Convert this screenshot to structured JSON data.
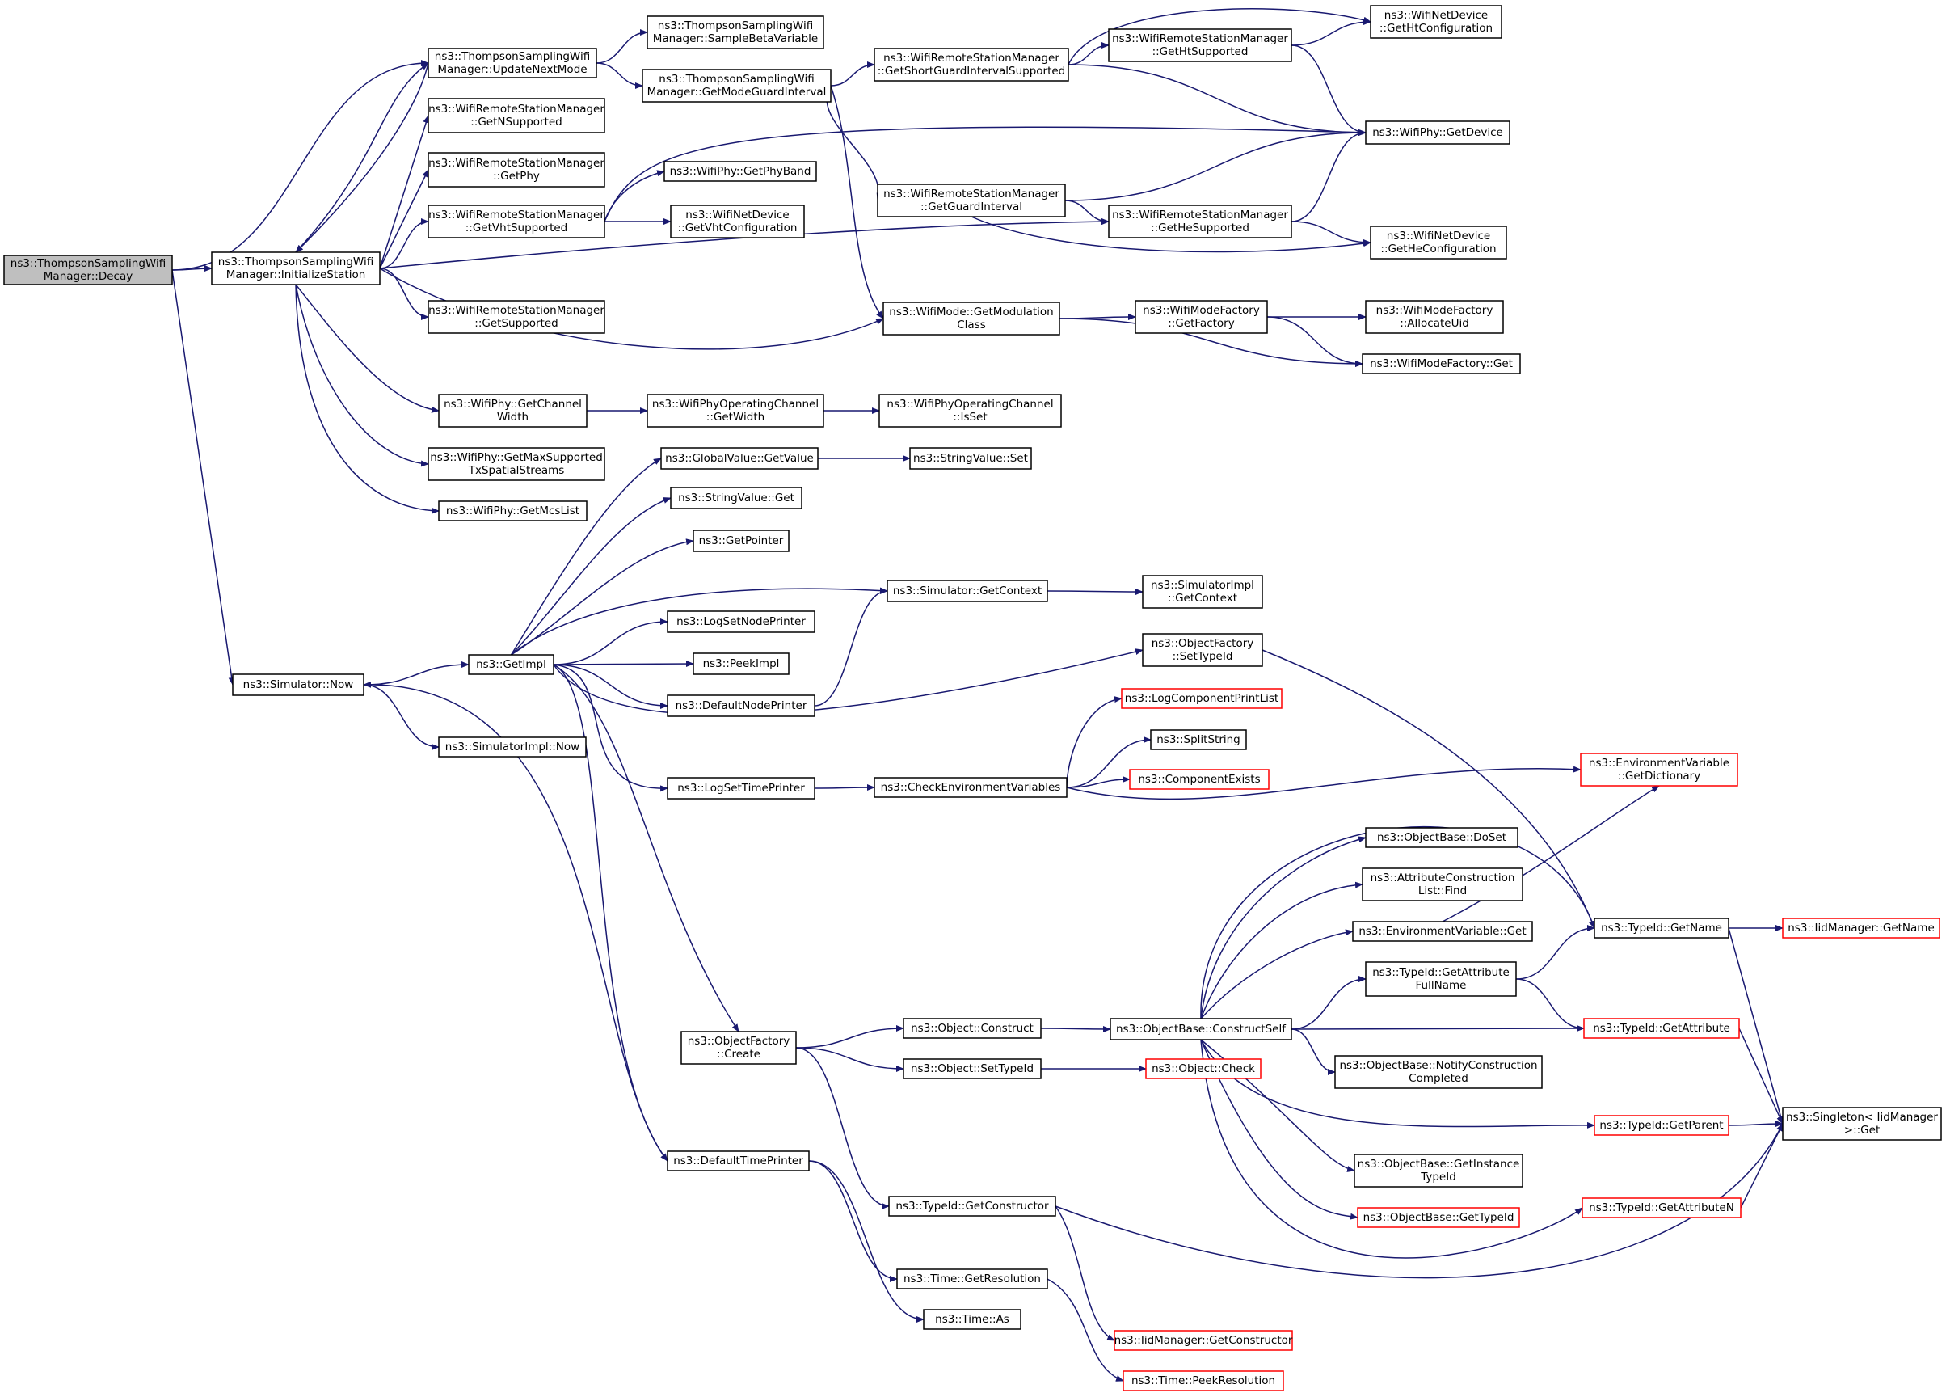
{
  "edge_color": "#191970",
  "node_fill": "#ffffff",
  "root_fill": "#bfbfbf",
  "border_normal": "#000000",
  "border_truncated": "#ff0000",
  "nodes": [
    {
      "id": "decay",
      "lines": [
        "ns3::ThompsonSamplingWifi",
        "Manager::Decay"
      ],
      "style": "root"
    },
    {
      "id": "init",
      "lines": [
        "ns3::ThompsonSamplingWifi",
        "Manager::InitializeStation"
      ],
      "style": "normal"
    },
    {
      "id": "update",
      "lines": [
        "ns3::ThompsonSamplingWifi",
        "Manager::UpdateNextMode"
      ],
      "style": "normal"
    },
    {
      "id": "getN",
      "lines": [
        "ns3::WifiRemoteStationManager",
        "::GetNSupported"
      ],
      "style": "normal"
    },
    {
      "id": "getPhy",
      "lines": [
        "ns3::WifiRemoteStationManager",
        "::GetPhy"
      ],
      "style": "normal"
    },
    {
      "id": "getVht",
      "lines": [
        "ns3::WifiRemoteStationManager",
        "::GetVhtSupported"
      ],
      "style": "normal"
    },
    {
      "id": "getSup",
      "lines": [
        "ns3::WifiRemoteStationManager",
        "::GetSupported"
      ],
      "style": "normal"
    },
    {
      "id": "chanW",
      "lines": [
        "ns3::WifiPhy::GetChannel",
        "Width"
      ],
      "style": "normal"
    },
    {
      "id": "maxSS",
      "lines": [
        "ns3::WifiPhy::GetMaxSupported",
        "TxSpatialStreams"
      ],
      "style": "normal"
    },
    {
      "id": "mcs",
      "lines": [
        "ns3::WifiPhy::GetMcsList"
      ],
      "style": "normal"
    },
    {
      "id": "sample",
      "lines": [
        "ns3::ThompsonSamplingWifi",
        "Manager::SampleBetaVariable"
      ],
      "style": "normal"
    },
    {
      "id": "mgi",
      "lines": [
        "ns3::ThompsonSamplingWifi",
        "Manager::GetModeGuardInterval"
      ],
      "style": "normal"
    },
    {
      "id": "band",
      "lines": [
        "ns3::WifiPhy::GetPhyBand"
      ],
      "style": "normal"
    },
    {
      "id": "vhtCfg",
      "lines": [
        "ns3::WifiNetDevice",
        "::GetVhtConfiguration"
      ],
      "style": "normal"
    },
    {
      "id": "sgi",
      "lines": [
        "ns3::WifiRemoteStationManager",
        "::GetShortGuardIntervalSupported"
      ],
      "style": "normal"
    },
    {
      "id": "gi",
      "lines": [
        "ns3::WifiRemoteStationManager",
        "::GetGuardInterval"
      ],
      "style": "normal"
    },
    {
      "id": "modCls",
      "lines": [
        "ns3::WifiMode::GetModulation",
        "Class"
      ],
      "style": "normal"
    },
    {
      "id": "chanWid",
      "lines": [
        "ns3::WifiPhyOperatingChannel",
        "::GetWidth"
      ],
      "style": "normal"
    },
    {
      "id": "chanSet",
      "lines": [
        "ns3::WifiPhyOperatingChannel",
        "::IsSet"
      ],
      "style": "normal"
    },
    {
      "id": "htSup",
      "lines": [
        "ns3::WifiRemoteStationManager",
        "::GetHtSupported"
      ],
      "style": "normal"
    },
    {
      "id": "heSup",
      "lines": [
        "ns3::WifiRemoteStationManager",
        "::GetHeSupported"
      ],
      "style": "normal"
    },
    {
      "id": "mfGetF",
      "lines": [
        "ns3::WifiModeFactory",
        "::GetFactory"
      ],
      "style": "normal"
    },
    {
      "id": "htCfg",
      "lines": [
        "ns3::WifiNetDevice",
        "::GetHtConfiguration"
      ],
      "style": "normal"
    },
    {
      "id": "phyDev",
      "lines": [
        "ns3::WifiPhy::GetDevice"
      ],
      "style": "normal"
    },
    {
      "id": "heCfg",
      "lines": [
        "ns3::WifiNetDevice",
        "::GetHeConfiguration"
      ],
      "style": "normal"
    },
    {
      "id": "alloc",
      "lines": [
        "ns3::WifiModeFactory",
        "::AllocateUid"
      ],
      "style": "normal"
    },
    {
      "id": "mfGet",
      "lines": [
        "ns3::WifiModeFactory::Get"
      ],
      "style": "normal"
    },
    {
      "id": "simNow",
      "lines": [
        "ns3::Simulator::Now"
      ],
      "style": "normal"
    },
    {
      "id": "getImpl",
      "lines": [
        "ns3::GetImpl"
      ],
      "style": "normal"
    },
    {
      "id": "simImplNow",
      "lines": [
        "ns3::SimulatorImpl::Now"
      ],
      "style": "normal"
    },
    {
      "id": "gvGet",
      "lines": [
        "ns3::GlobalValue::GetValue"
      ],
      "style": "normal"
    },
    {
      "id": "svGet",
      "lines": [
        "ns3::StringValue::Get"
      ],
      "style": "normal"
    },
    {
      "id": "getPtr",
      "lines": [
        "ns3::GetPointer"
      ],
      "style": "normal"
    },
    {
      "id": "logNode",
      "lines": [
        "ns3::LogSetNodePrinter"
      ],
      "style": "normal"
    },
    {
      "id": "peek",
      "lines": [
        "ns3::PeekImpl"
      ],
      "style": "normal"
    },
    {
      "id": "defNode",
      "lines": [
        "ns3::DefaultNodePrinter"
      ],
      "style": "normal"
    },
    {
      "id": "logTime",
      "lines": [
        "ns3::LogSetTimePrinter"
      ],
      "style": "normal"
    },
    {
      "id": "ofCreate",
      "lines": [
        "ns3::ObjectFactory",
        "::Create"
      ],
      "style": "normal"
    },
    {
      "id": "defTime",
      "lines": [
        "ns3::DefaultTimePrinter"
      ],
      "style": "normal"
    },
    {
      "id": "svSet",
      "lines": [
        "ns3::StringValue::Set"
      ],
      "style": "normal"
    },
    {
      "id": "getCtx",
      "lines": [
        "ns3::Simulator::GetContext"
      ],
      "style": "normal"
    },
    {
      "id": "siGetCtx",
      "lines": [
        "ns3::SimulatorImpl",
        "::GetContext"
      ],
      "style": "normal"
    },
    {
      "id": "ofSetT",
      "lines": [
        "ns3::ObjectFactory",
        "::SetTypeId"
      ],
      "style": "normal"
    },
    {
      "id": "checkEnv",
      "lines": [
        "ns3::CheckEnvironmentVariables"
      ],
      "style": "normal"
    },
    {
      "id": "logComp",
      "lines": [
        "ns3::LogComponentPrintList"
      ],
      "style": "truncated"
    },
    {
      "id": "split",
      "lines": [
        "ns3::SplitString"
      ],
      "style": "normal"
    },
    {
      "id": "compEx",
      "lines": [
        "ns3::ComponentExists"
      ],
      "style": "truncated"
    },
    {
      "id": "envDict",
      "lines": [
        "ns3::EnvironmentVariable",
        "::GetDictionary"
      ],
      "style": "truncated"
    },
    {
      "id": "objCon",
      "lines": [
        "ns3::Object::Construct"
      ],
      "style": "normal"
    },
    {
      "id": "objSetT",
      "lines": [
        "ns3::Object::SetTypeId"
      ],
      "style": "normal"
    },
    {
      "id": "tidCtor",
      "lines": [
        "ns3::TypeId::GetConstructor"
      ],
      "style": "normal"
    },
    {
      "id": "resol",
      "lines": [
        "ns3::Time::GetResolution"
      ],
      "style": "normal"
    },
    {
      "id": "timeAs",
      "lines": [
        "ns3::Time::As"
      ],
      "style": "normal"
    },
    {
      "id": "cself",
      "lines": [
        "ns3::ObjectBase::ConstructSelf"
      ],
      "style": "normal"
    },
    {
      "id": "objChk",
      "lines": [
        "ns3::Object::Check"
      ],
      "style": "truncated"
    },
    {
      "id": "iidCtor",
      "lines": [
        "ns3::IidManager::GetConstructor"
      ],
      "style": "truncated"
    },
    {
      "id": "peekRes",
      "lines": [
        "ns3::Time::PeekResolution"
      ],
      "style": "truncated"
    },
    {
      "id": "doSet",
      "lines": [
        "ns3::ObjectBase::DoSet"
      ],
      "style": "normal"
    },
    {
      "id": "aclFind",
      "lines": [
        "ns3::AttributeConstruction",
        "List::Find"
      ],
      "style": "normal"
    },
    {
      "id": "envGet",
      "lines": [
        "ns3::EnvironmentVariable::Get"
      ],
      "style": "normal"
    },
    {
      "id": "tidAttrFN",
      "lines": [
        "ns3::TypeId::GetAttribute",
        "FullName"
      ],
      "style": "normal"
    },
    {
      "id": "notify",
      "lines": [
        "ns3::ObjectBase::NotifyConstruction",
        "Completed"
      ],
      "style": "normal"
    },
    {
      "id": "instT",
      "lines": [
        "ns3::ObjectBase::GetInstance",
        "TypeId"
      ],
      "style": "normal"
    },
    {
      "id": "obGetT",
      "lines": [
        "ns3::ObjectBase::GetTypeId"
      ],
      "style": "truncated"
    },
    {
      "id": "tidName",
      "lines": [
        "ns3::TypeId::GetName"
      ],
      "style": "normal"
    },
    {
      "id": "tidAttr",
      "lines": [
        "ns3::TypeId::GetAttribute"
      ],
      "style": "truncated"
    },
    {
      "id": "tidPar",
      "lines": [
        "ns3::TypeId::GetParent"
      ],
      "style": "truncated"
    },
    {
      "id": "tidAttrN",
      "lines": [
        "ns3::TypeId::GetAttributeN"
      ],
      "style": "truncated"
    },
    {
      "id": "iidName",
      "lines": [
        "ns3::IidManager::GetName"
      ],
      "style": "truncated"
    },
    {
      "id": "single",
      "lines": [
        "ns3::Singleton< IidManager",
        ">::Get"
      ],
      "style": "normal"
    }
  ],
  "edges": [
    [
      "decay",
      "init"
    ],
    [
      "decay",
      "update"
    ],
    [
      "decay",
      "simNow"
    ],
    [
      "init",
      "update"
    ],
    [
      "init",
      "getN"
    ],
    [
      "init",
      "getPhy"
    ],
    [
      "init",
      "getVht"
    ],
    [
      "init",
      "heSup"
    ],
    [
      "init",
      "getSup"
    ],
    [
      "init",
      "modCls"
    ],
    [
      "init",
      "chanW"
    ],
    [
      "init",
      "maxSS"
    ],
    [
      "init",
      "mcs"
    ],
    [
      "update",
      "sample"
    ],
    [
      "update",
      "mgi"
    ],
    [
      "update",
      "init"
    ],
    [
      "mgi",
      "sgi"
    ],
    [
      "mgi",
      "gi"
    ],
    [
      "mgi",
      "modCls"
    ],
    [
      "getVht",
      "phyDev"
    ],
    [
      "getVht",
      "band"
    ],
    [
      "getVht",
      "vhtCfg"
    ],
    [
      "sgi",
      "htSup"
    ],
    [
      "sgi",
      "htCfg"
    ],
    [
      "sgi",
      "phyDev"
    ],
    [
      "htSup",
      "htCfg"
    ],
    [
      "htSup",
      "phyDev"
    ],
    [
      "gi",
      "phyDev"
    ],
    [
      "gi",
      "heSup"
    ],
    [
      "gi",
      "heCfg"
    ],
    [
      "heSup",
      "phyDev"
    ],
    [
      "heSup",
      "heCfg"
    ],
    [
      "modCls",
      "mfGetF"
    ],
    [
      "modCls",
      "mfGet"
    ],
    [
      "mfGetF",
      "alloc"
    ],
    [
      "mfGetF",
      "mfGet"
    ],
    [
      "chanW",
      "chanWid"
    ],
    [
      "chanWid",
      "chanSet"
    ],
    [
      "simNow",
      "getImpl"
    ],
    [
      "simNow",
      "simImplNow"
    ],
    [
      "getImpl",
      "gvGet"
    ],
    [
      "getImpl",
      "svGet"
    ],
    [
      "getImpl",
      "getPtr"
    ],
    [
      "getImpl",
      "getCtx"
    ],
    [
      "getImpl",
      "logNode"
    ],
    [
      "getImpl",
      "peek"
    ],
    [
      "getImpl",
      "defNode"
    ],
    [
      "getImpl",
      "ofSetT"
    ],
    [
      "getImpl",
      "logTime"
    ],
    [
      "getImpl",
      "ofCreate"
    ],
    [
      "getImpl",
      "defTime"
    ],
    [
      "gvGet",
      "svSet"
    ],
    [
      "getCtx",
      "siGetCtx"
    ],
    [
      "defNode",
      "getCtx"
    ],
    [
      "logTime",
      "checkEnv"
    ],
    [
      "checkEnv",
      "logComp"
    ],
    [
      "checkEnv",
      "split"
    ],
    [
      "checkEnv",
      "compEx"
    ],
    [
      "checkEnv",
      "envDict"
    ],
    [
      "ofSetT",
      "tidName"
    ],
    [
      "ofCreate",
      "objCon"
    ],
    [
      "ofCreate",
      "objSetT"
    ],
    [
      "ofCreate",
      "tidCtor"
    ],
    [
      "defTime",
      "simNow"
    ],
    [
      "defTime",
      "resol"
    ],
    [
      "defTime",
      "timeAs"
    ],
    [
      "objCon",
      "cself"
    ],
    [
      "objSetT",
      "objChk"
    ],
    [
      "tidCtor",
      "iidCtor"
    ],
    [
      "tidCtor",
      "single"
    ],
    [
      "resol",
      "peekRes"
    ],
    [
      "cself",
      "doSet"
    ],
    [
      "cself",
      "aclFind"
    ],
    [
      "cself",
      "envGet"
    ],
    [
      "cself",
      "tidAttrFN"
    ],
    [
      "cself",
      "tidAttr"
    ],
    [
      "cself",
      "notify"
    ],
    [
      "cself",
      "tidPar"
    ],
    [
      "cself",
      "instT"
    ],
    [
      "cself",
      "obGetT"
    ],
    [
      "cself",
      "tidAttrN"
    ],
    [
      "cself",
      "tidName"
    ],
    [
      "envGet",
      "envDict"
    ],
    [
      "tidAttrFN",
      "tidName"
    ],
    [
      "tidAttrFN",
      "tidAttr"
    ],
    [
      "tidName",
      "iidName"
    ],
    [
      "tidName",
      "single"
    ],
    [
      "tidAttr",
      "single"
    ],
    [
      "tidPar",
      "single"
    ],
    [
      "tidAttrN",
      "single"
    ]
  ]
}
